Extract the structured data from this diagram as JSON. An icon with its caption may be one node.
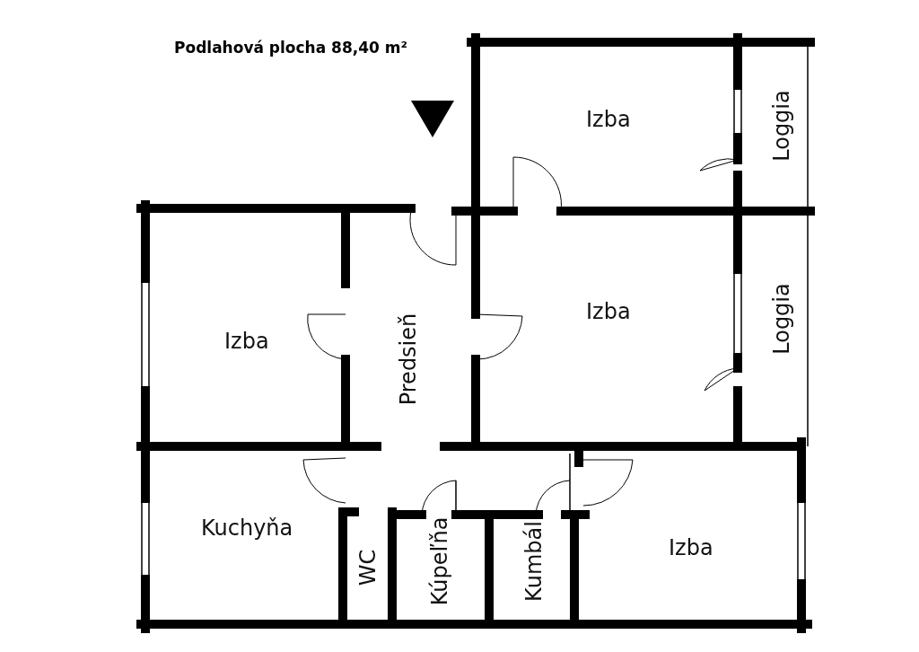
{
  "diagram": {
    "title": "Podlahová plocha 88,40 m²",
    "labels": [
      "Izba",
      "Loggia",
      "Izba",
      "Loggia",
      "Izba",
      "Predsieň",
      "Kuchyňa",
      "WC",
      "Kúpeľňa",
      "Kumbál",
      "Izba"
    ]
  }
}
